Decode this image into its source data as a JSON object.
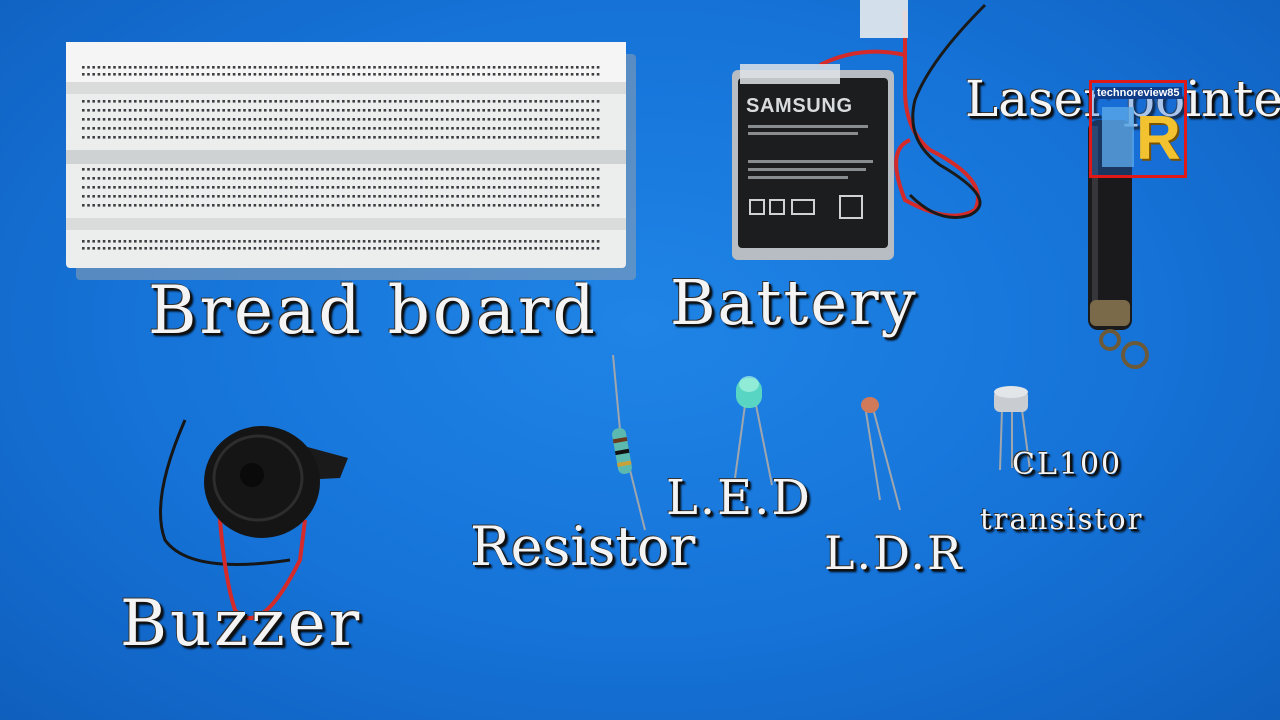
{
  "labels": {
    "breadboard": "Bread board",
    "battery": "Battery",
    "laser_pointer": "Laser pointer",
    "resistor": "Resistor",
    "led": "L.E.D",
    "ldr": "L.D.R",
    "cl100": "CL100",
    "transistor": "transistor",
    "buzzer": "Buzzer"
  },
  "battery_brand": "SAMSUNG",
  "watermark": {
    "text": "technoreview85",
    "letter": "R"
  },
  "colors": {
    "background": "#1673d8",
    "label": "#f4f4f4",
    "watermark_border": "#e01818"
  }
}
